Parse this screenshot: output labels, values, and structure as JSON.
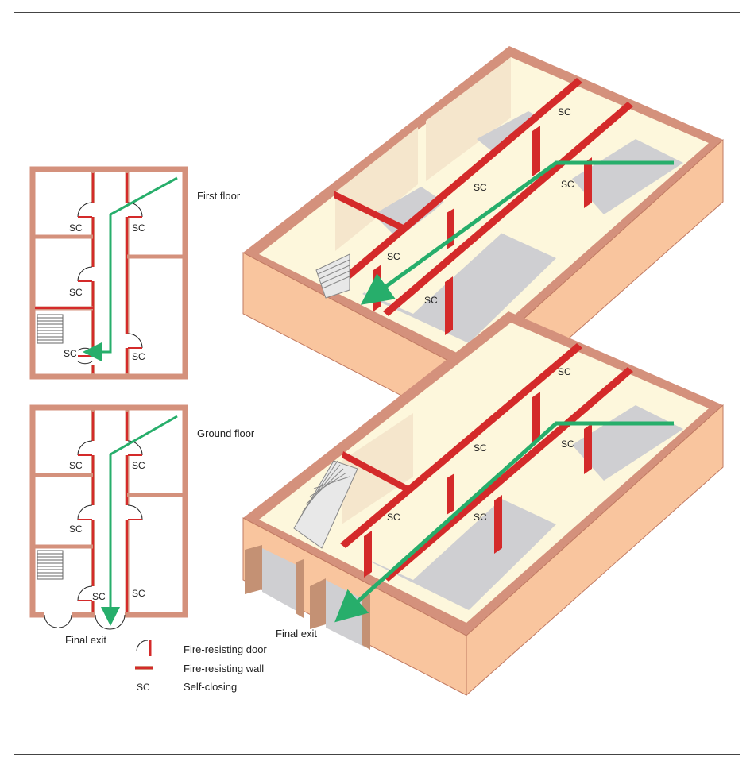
{
  "labels": {
    "first_floor": "First floor",
    "ground_floor": "Ground floor",
    "final_exit_plan": "Final exit",
    "final_exit_3d": "Final exit",
    "sc": "SC"
  },
  "legend": {
    "door": "Fire-resisting door",
    "wall": "Fire-resisting wall",
    "sc_key": "SC",
    "sc_meaning": "Self-closing"
  },
  "colors": {
    "wall_outer": "#d4917c",
    "wall_face": "#f9c59e",
    "fire_wall": "#d42a2a",
    "floor": "#cfcfd2",
    "room_wall": "#f5e6cc",
    "room_wall_light": "#fdf7dc",
    "escape_route": "#27ae6b"
  }
}
